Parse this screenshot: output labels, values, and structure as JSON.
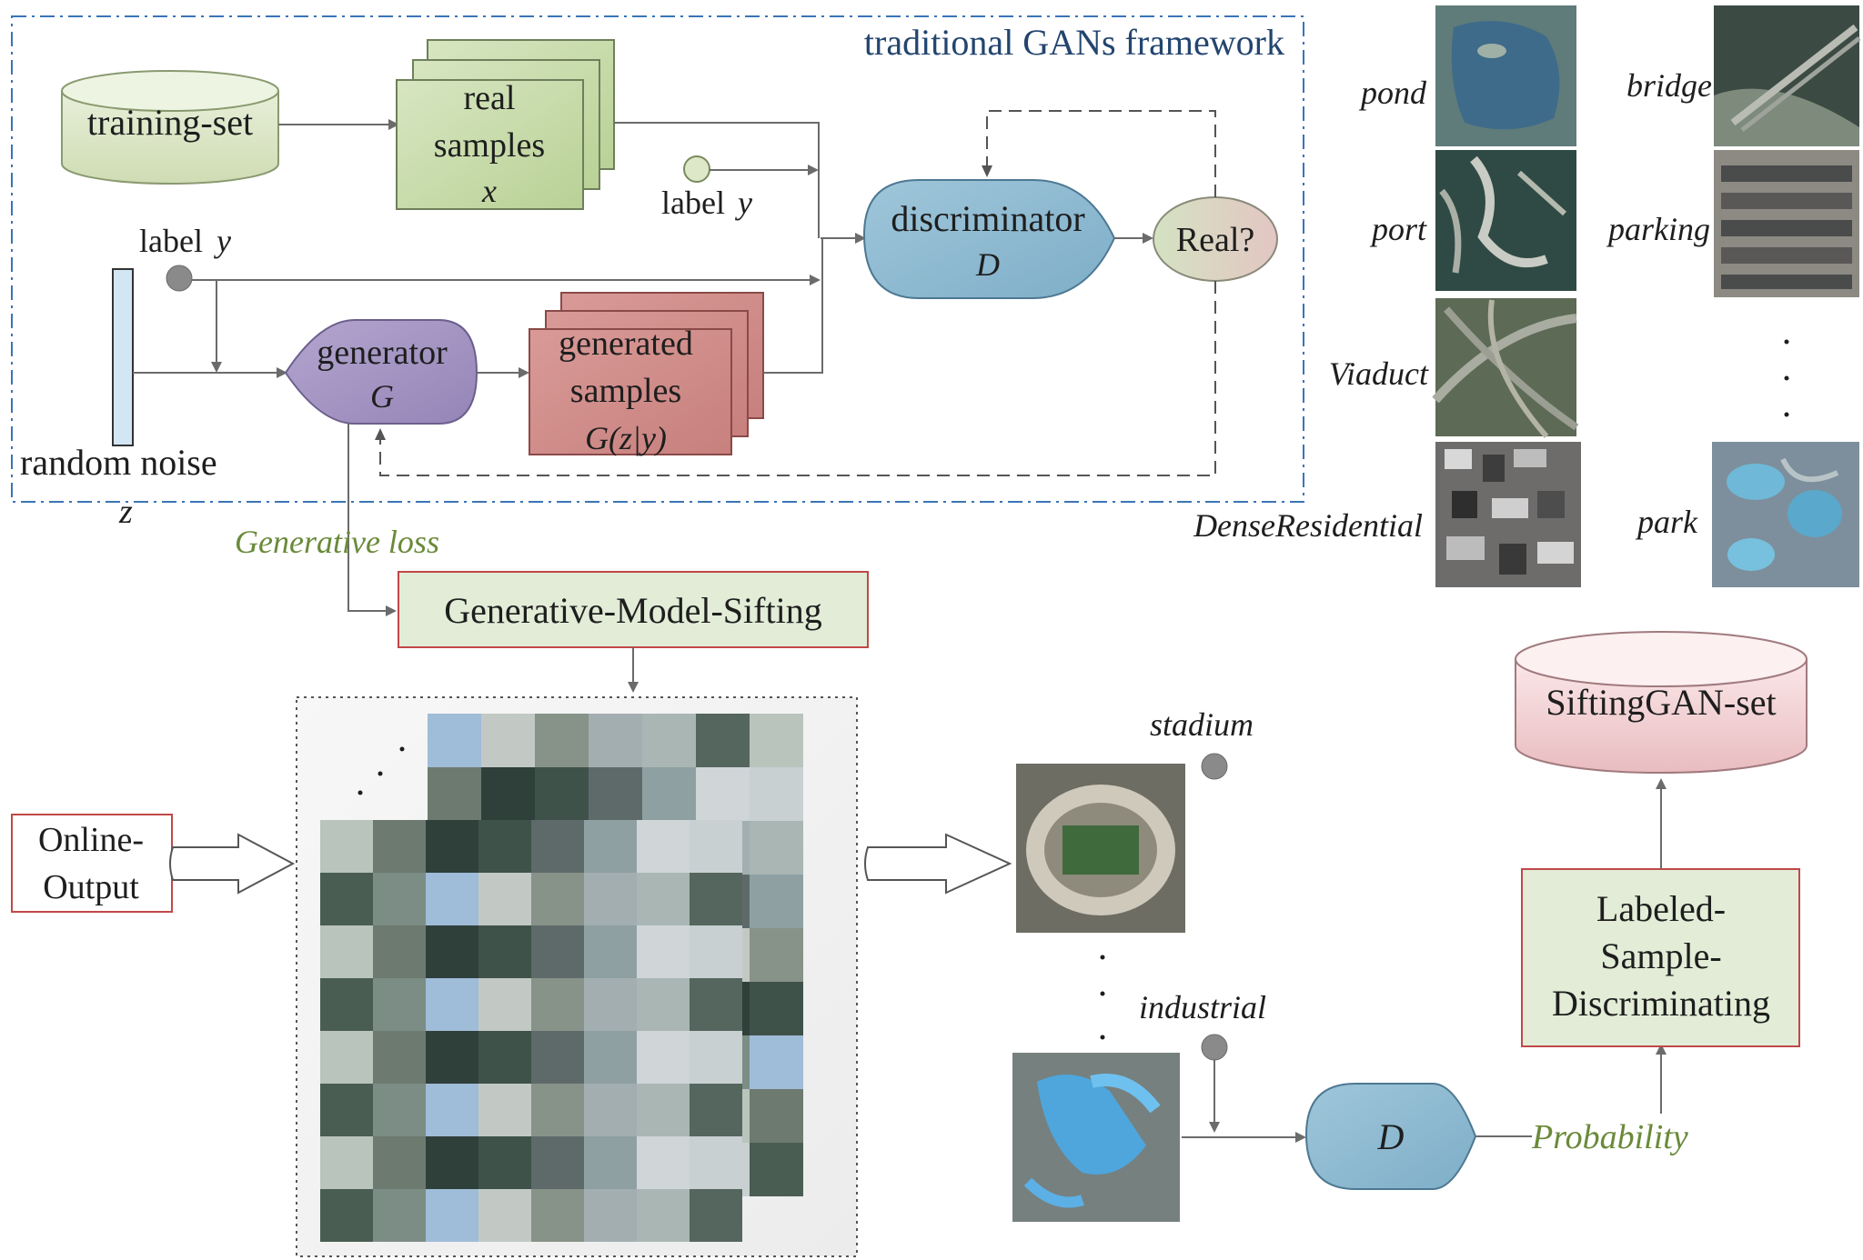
{
  "framework": {
    "title": "traditional GANs framework"
  },
  "nodes": {
    "training_set": "training-set",
    "real_samples": [
      "real",
      "samples",
      "x"
    ],
    "label_y_top": [
      "label",
      "y"
    ],
    "label_y_left": [
      "label",
      "y"
    ],
    "discriminator": [
      "discriminator",
      "D"
    ],
    "real_question": "Real?",
    "generator": [
      "generator",
      "G"
    ],
    "generated_samples": [
      "generated",
      "samples",
      "G(z|y)"
    ],
    "random_noise": "random noise",
    "z": "z",
    "generative_loss": "Generative loss",
    "sifting": "Generative-Model-Sifting",
    "online_output": [
      "Online-",
      "Output"
    ],
    "stadium": "stadium",
    "industrial": "industrial",
    "d_bottom": "D",
    "probability": "Probability",
    "labeled_discriminating": [
      "Labeled-",
      "Sample-",
      "Discriminating"
    ],
    "siftinggan_set": "SiftingGAN-set"
  },
  "examples": [
    {
      "label": "pond"
    },
    {
      "label": "bridge"
    },
    {
      "label": "port"
    },
    {
      "label": "parking"
    },
    {
      "label": "Viaduct"
    },
    {
      "label": "DenseResidential"
    },
    {
      "label": "park"
    }
  ],
  "colors": {
    "green_box": "#c4d9a6",
    "red_box": "#cf8b88",
    "blue_shape": "#8bb8cf",
    "purple_shape": "#a595c2",
    "green_db": "#dde8c8",
    "pink_db": "#f0cdd0",
    "frame_blue": "#3a74b8",
    "box_border_red": "#c04848"
  }
}
